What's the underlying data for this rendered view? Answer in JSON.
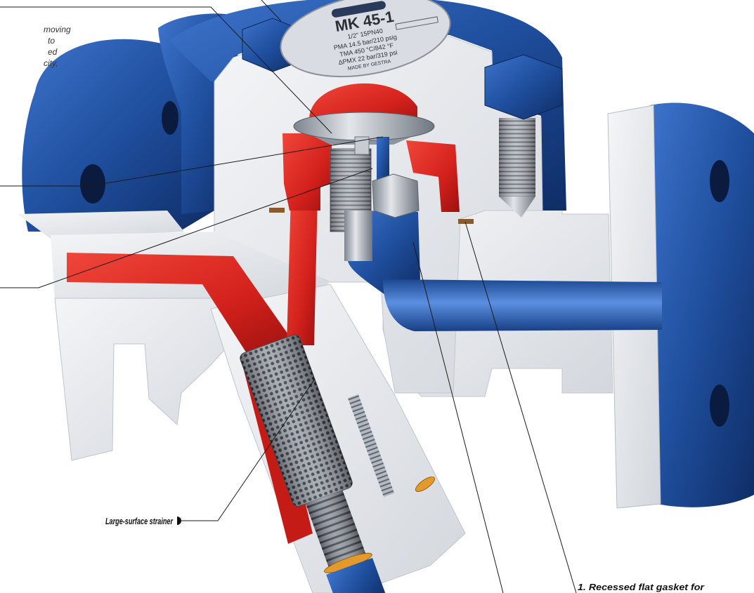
{
  "annotations": {
    "top_left_fragment": [
      "moving",
      "to",
      "ed",
      "city,"
    ],
    "strainer_label": "Large-surface strainer",
    "gasket_label": "1. Recessed flat gasket for"
  },
  "nameplate": {
    "model": "MK 45-1",
    "size": "1/2\"  15PN40",
    "ratings": [
      "PMA 14.5 bar/210 psig",
      "TMA 450 °C/842 °F",
      "ΔPMX 22 bar/319 psi"
    ],
    "maker": "MADE BY GESTRA"
  },
  "colors": {
    "body_blue": "#1f4f9e",
    "cut_gray": "#e4e7eb",
    "inlet_red": "#d4211c",
    "outlet_blue": "#3a70c6",
    "leader_line": "#1a1a1a"
  }
}
